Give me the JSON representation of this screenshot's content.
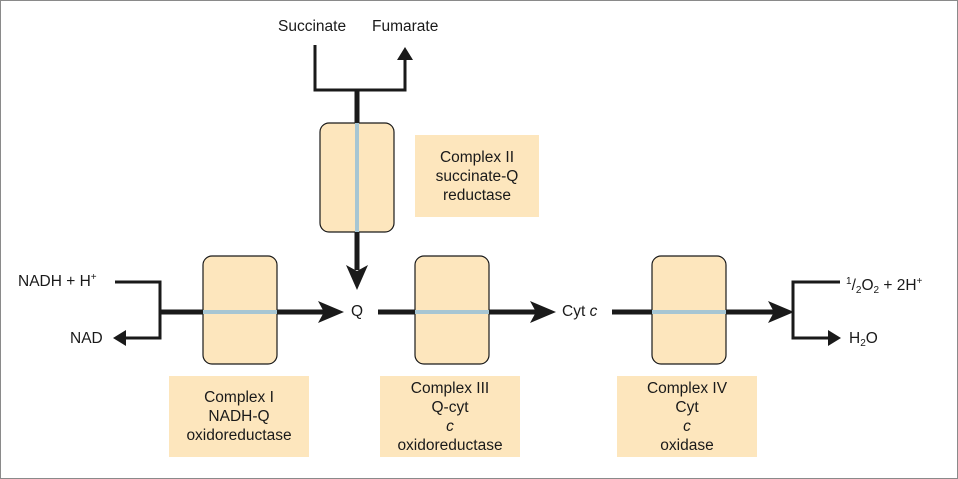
{
  "colors": {
    "arrow": "#1a1a1a",
    "complex_fill": "#fde6bd",
    "complex_stroke": "#1a1a1a",
    "membrane_line": "#a7c6d3",
    "frame": "#8a8a8a"
  },
  "inputs": {
    "succinate": "Succinate",
    "fumarate": "Fumarate",
    "nadh": "NADH + H",
    "nadh_charge": "+",
    "nad": "NAD",
    "q": "Q",
    "cytc_prefix": "Cyt ",
    "cytc_italic": "c",
    "o2_num": "1",
    "o2_frac_slash": "/",
    "o2_den": "2",
    "o2_main": "O",
    "o2_sub": "2",
    "o2_plus": " + 2H",
    "o2_charge": "+",
    "h2o_h": "H",
    "h2o_sub": "2",
    "h2o_o": "O"
  },
  "complexes": {
    "complex_ii": {
      "line1": "Complex II",
      "line2": "succinate-Q",
      "line3": "reductase"
    },
    "complex_i": {
      "line1": "Complex I",
      "line2": "NADH-Q",
      "line3": "oxidoreductase"
    },
    "complex_iii": {
      "line1": "Complex III",
      "line2_prefix": "Q-cyt ",
      "line2_italic": "c",
      "line3": "oxidoreductase"
    },
    "complex_iv": {
      "line1": "Complex IV",
      "line2_prefix": "Cyt ",
      "line2_italic": "c",
      "line3": "oxidase"
    }
  }
}
